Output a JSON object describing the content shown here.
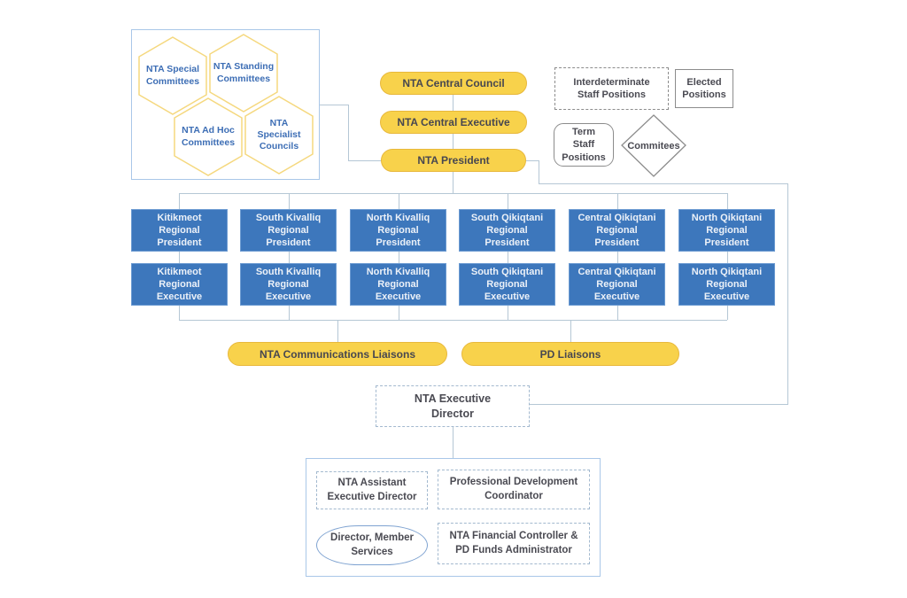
{
  "committees_panel": {
    "items": [
      {
        "label": "NTA Special Committees"
      },
      {
        "label": "NTA Standing Committees"
      },
      {
        "label": "NTA Ad Hoc Committees"
      },
      {
        "label": "NTA Specialist Councils"
      }
    ]
  },
  "central": {
    "council": "NTA Central Council",
    "executive": "NTA Central Executive",
    "president": "NTA President"
  },
  "legend": {
    "indeterminate": "Interdeterminate Staff Positions",
    "elected": "Elected Positions",
    "term": "Term Staff Positions",
    "committees": "Commitees"
  },
  "regions": [
    {
      "president": "Kitikmeot Regional President",
      "executive": "Kitikmeot Regional Executive"
    },
    {
      "president": "South Kivalliq Regional President",
      "executive": "South Kivalliq Regional Executive"
    },
    {
      "president": "North Kivalliq Regional President",
      "executive": "North Kivalliq Regional Executive"
    },
    {
      "president": "South Qikiqtani Regional President",
      "executive": "South Qikiqtani Regional Executive"
    },
    {
      "president": "Central Qikiqtani Regional President",
      "executive": "Central Qikiqtani Regional Executive"
    },
    {
      "president": "North Qikiqtani Regional President",
      "executive": "North Qikiqtani Regional Executive"
    }
  ],
  "liaisons": {
    "communications": "NTA Communications Liaisons",
    "pd": "PD Liaisons"
  },
  "executive_director": "NTA Executive Director",
  "staff_panel": {
    "assistant": "NTA Assistant Executive Director",
    "pd_coordinator": "Professional Development Coordinator",
    "member_services": "Director, Member Services",
    "financial": "NTA Financial Controller & PD Funds Administrator"
  },
  "colors": {
    "pill_fill": "#f8d24b",
    "pill_border": "#e8b83c",
    "blue_box": "#3d77bc",
    "hex_border": "#f5d87e",
    "hex_text": "#3d6eb5",
    "panel_border": "#a9c7e8",
    "connector": "#b5c7d5",
    "legend_gray": "#8c8c8c",
    "dark_text": "#4a4a52"
  }
}
